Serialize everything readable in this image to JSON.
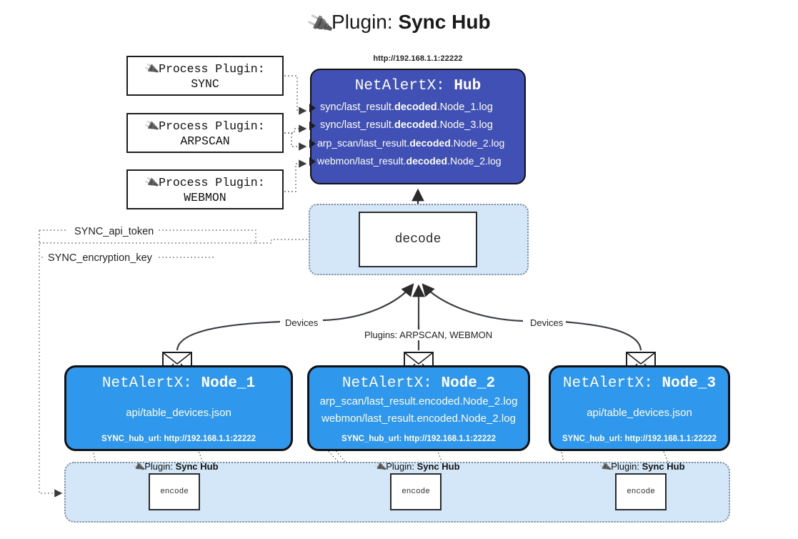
{
  "page": {
    "title_icon": "plug-icon",
    "title_prefix": "Plugin:",
    "title_value": "Sync Hub",
    "accent_hub": "#4050b5",
    "accent_node": "#2f97ec",
    "accent_region": "#d3e7f8"
  },
  "process_plugins": [
    {
      "line1": "Process Plugin:",
      "line2": "SYNC",
      "icon": "plug-icon"
    },
    {
      "line1": "Process Plugin:",
      "line2": "ARPSCAN",
      "icon": "plug-icon"
    },
    {
      "line1": "Process Plugin:",
      "line2": "WEBMON",
      "icon": "plug-icon"
    }
  ],
  "hub": {
    "url": "http://192.168.1.1:22222",
    "title_prefix": "NetAlertX:",
    "title_value": "Hub",
    "logs": [
      {
        "pre": "sync/last_result.",
        "mid": "decoded",
        "post": ".Node_1.log"
      },
      {
        "pre": "sync/last_result.",
        "mid": "decoded",
        "post": ".Node_3.log"
      },
      {
        "pre": "arp_scan/last_result.",
        "mid": "decoded",
        "post": ".Node_2.log"
      },
      {
        "pre": "webmon/last_result.",
        "mid": "decoded",
        "post": ".Node_2.log"
      }
    ]
  },
  "decode": {
    "label": "decode"
  },
  "settings": {
    "api_token": "SYNC_api_token",
    "encryption_key": "SYNC_encryption_key"
  },
  "edge_labels": {
    "devices_left": "Devices",
    "devices_right": "Devices",
    "plugins_center": "Plugins: ARPSCAN, WEBMON"
  },
  "nodes": [
    {
      "title_prefix": "NetAlertX:",
      "title_value": "Node_1",
      "lines": [
        "api/table_devices.json"
      ],
      "footer": "SYNC_hub_url: http://192.168.1.1:22222",
      "envelope_icon": "envelope-icon"
    },
    {
      "title_prefix": "NetAlertX:",
      "title_value": "Node_2",
      "lines": [
        "arp_scan/last_result.encoded.Node_2.log",
        "webmon/last_result.encoded.Node_2.log"
      ],
      "footer": "SYNC_hub_url: http://192.168.1.1:22222",
      "envelope_icon": "envelope-icon"
    },
    {
      "title_prefix": "NetAlertX:",
      "title_value": "Node_3",
      "lines": [
        "api/table_devices.json"
      ],
      "footer": "SYNC_hub_url: http://192.168.1.1:22222",
      "envelope_icon": "envelope-icon"
    }
  ],
  "encoders": [
    {
      "caption_prefix": "Plugin:",
      "caption_value": "Sync Hub",
      "label": "encode",
      "icon": "plug-icon"
    },
    {
      "caption_prefix": "Plugin:",
      "caption_value": "Sync Hub",
      "label": "encode",
      "icon": "plug-icon"
    },
    {
      "caption_prefix": "Plugin:",
      "caption_value": "Sync Hub",
      "label": "encode",
      "icon": "plug-icon"
    }
  ]
}
